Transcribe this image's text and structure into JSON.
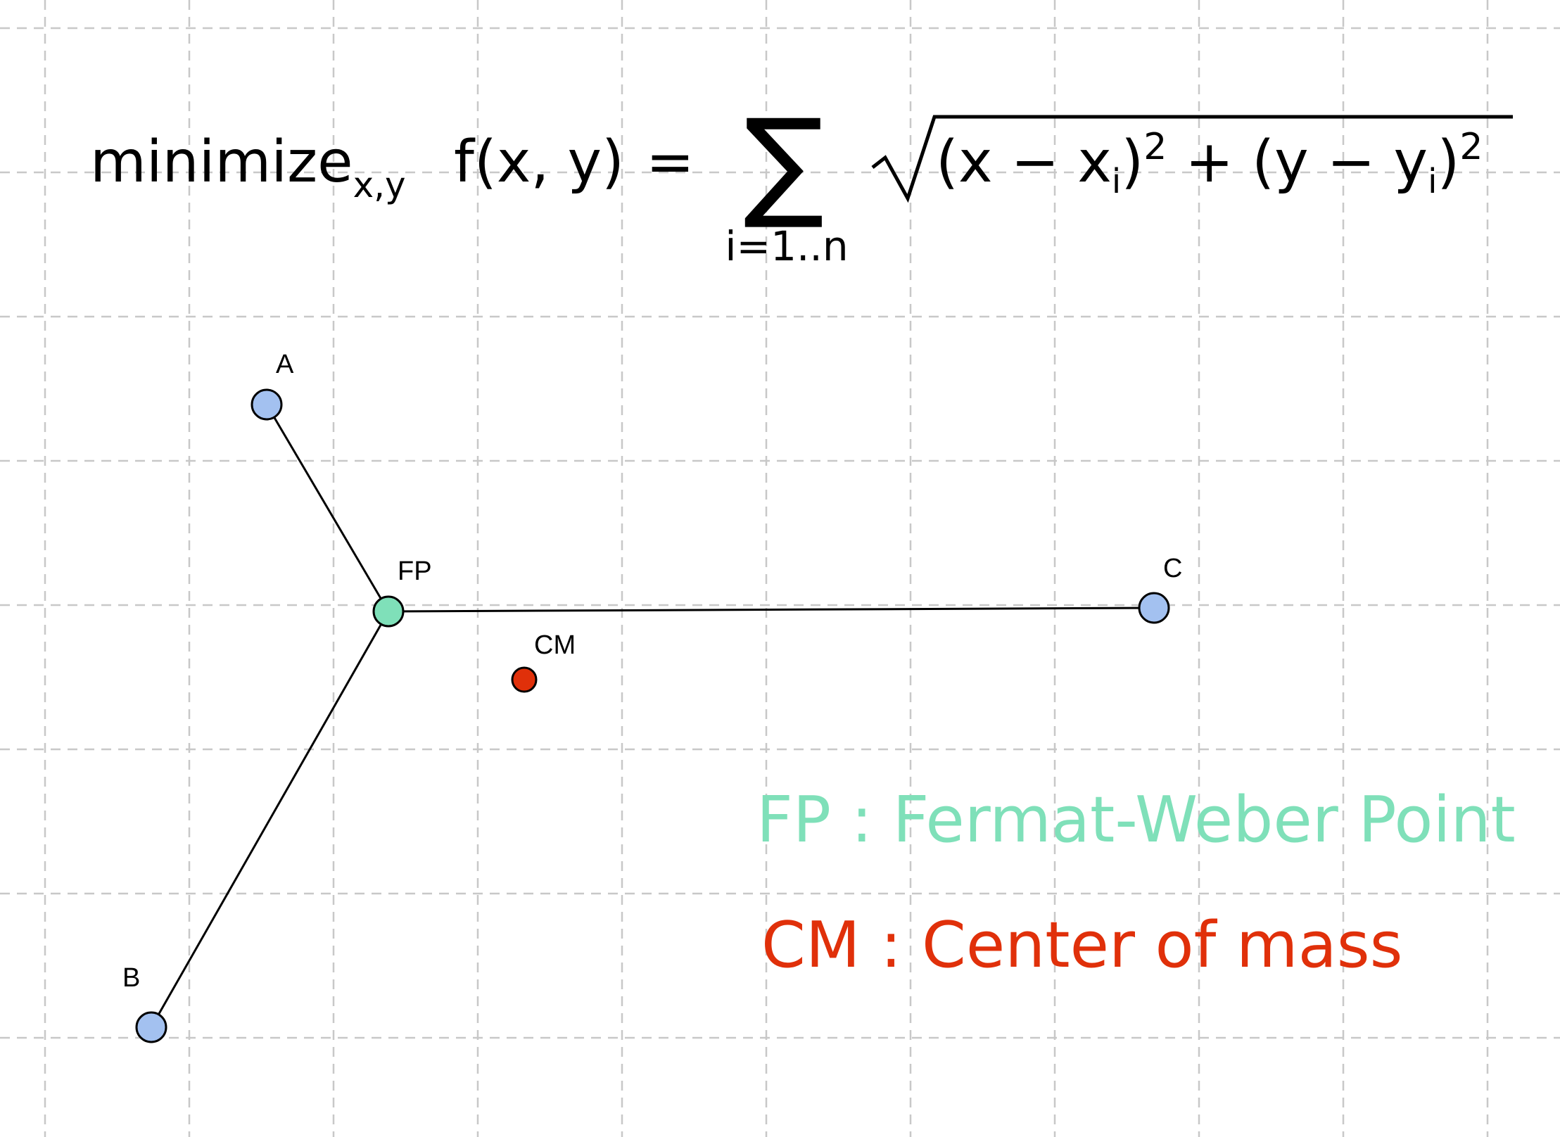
{
  "formula": {
    "operator": "minimize",
    "operator_subscript": "x,y",
    "function": "f(x, y)",
    "equals": "=",
    "sum_symbol": "∑",
    "sum_index": "i=1..n",
    "x_term": "(x − x",
    "x_sub": "i",
    "x_close": ")",
    "x_power": "2",
    "plus": " + ",
    "y_term": "(y − y",
    "y_sub": "i",
    "y_close": ")",
    "y_power": "2"
  },
  "points": {
    "A": {
      "label": "A",
      "color": "#a3c1f0"
    },
    "B": {
      "label": "B",
      "color": "#a3c1f0"
    },
    "C": {
      "label": "C",
      "color": "#a3c1f0"
    },
    "FP": {
      "label": "FP",
      "color": "#7fe0b9"
    },
    "CM": {
      "label": "CM",
      "color": "#e0300a"
    }
  },
  "legend": {
    "fp": {
      "text": "FP : Fermat-Weber Point",
      "color": "#7fe0b9"
    },
    "cm": {
      "text": "CM : Center of mass",
      "color": "#e0300a"
    }
  },
  "grid": {
    "visible": true,
    "style": "dashed",
    "color": "#c8c8c8"
  }
}
